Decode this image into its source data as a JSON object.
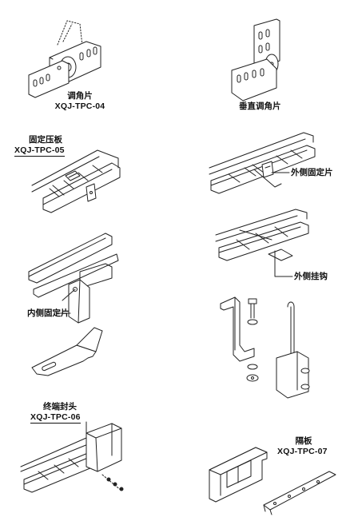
{
  "figures": [
    {
      "name": "调角片",
      "code": "XQJ-TPC-04"
    },
    {
      "name": "垂直调角片",
      "code": ""
    },
    {
      "name": "固定压板",
      "code": "XQJ-TPC-05"
    },
    {
      "name": "外侧固定片",
      "code": ""
    },
    {
      "name": "外侧挂钩",
      "code": ""
    },
    {
      "name": "内侧固定片",
      "code": ""
    },
    {
      "name": "终端封头",
      "code": "XQJ-TPC-06"
    },
    {
      "name": "隔板",
      "code": "XQJ-TPC-07"
    }
  ]
}
